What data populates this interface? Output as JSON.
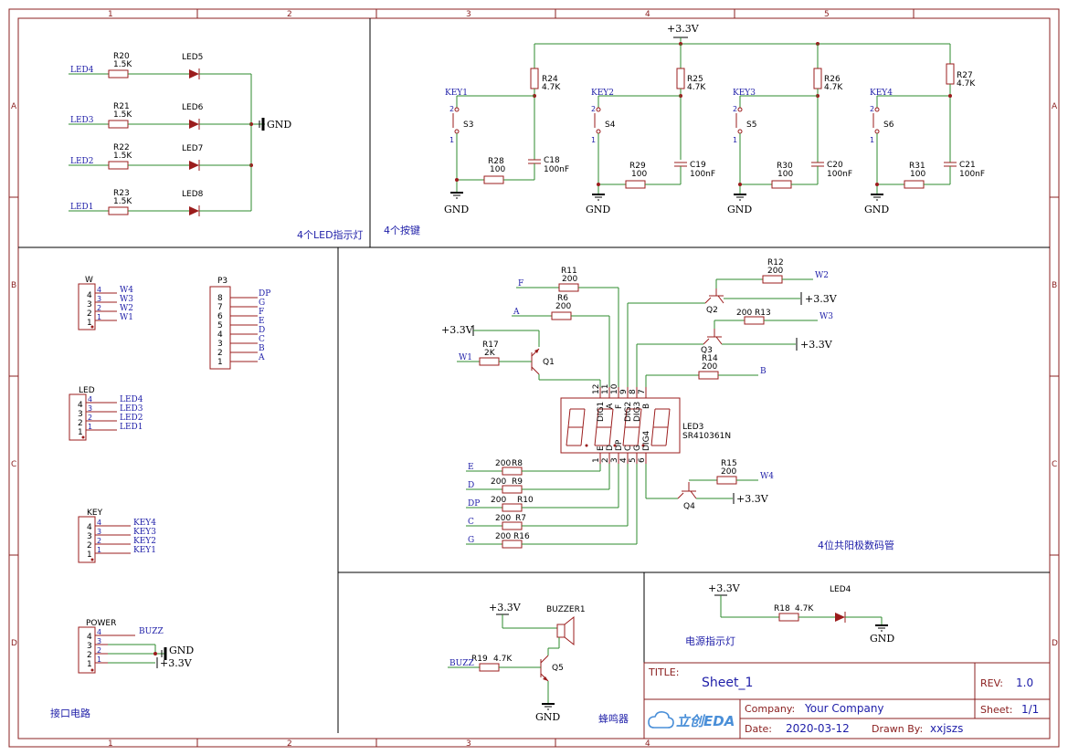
{
  "zones": {
    "cols": [
      "1",
      "2",
      "3",
      "4",
      "5"
    ],
    "rows": [
      "A",
      "B",
      "C",
      "D"
    ]
  },
  "sections": {
    "led": "4个LED指示灯",
    "keys": "4个按键",
    "iface": "接口电路",
    "seg": "4位共阳极数码管",
    "buzzer": "蜂鸣器",
    "power": "电源指示灯"
  },
  "power": {
    "vcc": "+3.3V",
    "gnd": "GND"
  },
  "led_rows": [
    {
      "net": "LED4",
      "r": "R20",
      "rv": "1.5K",
      "d": "LED5"
    },
    {
      "net": "LED3",
      "r": "R21",
      "rv": "1.5K",
      "d": "LED6"
    },
    {
      "net": "LED2",
      "r": "R22",
      "rv": "1.5K",
      "d": "LED7"
    },
    {
      "net": "LED1",
      "r": "R23",
      "rv": "1.5K",
      "d": "LED8"
    }
  ],
  "keys": [
    {
      "net": "KEY1",
      "rp": "R24",
      "rpv": "4.7K",
      "sw": "S3",
      "r": "R28",
      "rv": "100",
      "c": "C18",
      "cv": "100nF"
    },
    {
      "net": "KEY2",
      "rp": "R25",
      "rpv": "4.7K",
      "sw": "S4",
      "r": "R29",
      "rv": "100",
      "c": "C19",
      "cv": "100nF"
    },
    {
      "net": "KEY3",
      "rp": "R26",
      "rpv": "4.7K",
      "sw": "S5",
      "r": "R30",
      "rv": "100",
      "c": "C20",
      "cv": "100nF"
    },
    {
      "net": "KEY4",
      "rp": "R27",
      "rpv": "4.7K",
      "sw": "S6",
      "r": "R31",
      "rv": "100",
      "c": "C21",
      "cv": "100nF"
    }
  ],
  "switch_pins": [
    "2",
    "1"
  ],
  "connectors": {
    "W": {
      "name": "W",
      "pins": [
        "4",
        "3",
        "2",
        "1"
      ],
      "nets": [
        "W4",
        "W3",
        "W2",
        "W1"
      ]
    },
    "LED": {
      "name": "LED",
      "pins": [
        "4",
        "3",
        "2",
        "1"
      ],
      "nets": [
        "LED4",
        "LED3",
        "LED2",
        "LED1"
      ]
    },
    "KEY": {
      "name": "KEY",
      "pins": [
        "4",
        "3",
        "2",
        "1"
      ],
      "nets": [
        "KEY4",
        "KEY3",
        "KEY2",
        "KEY1"
      ]
    },
    "POWER": {
      "name": "POWER",
      "pins": [
        "4",
        "3",
        "2",
        "1"
      ],
      "nets": [
        "BUZZ",
        "",
        "",
        ""
      ]
    },
    "P3": {
      "name": "P3",
      "pins": [
        "8",
        "7",
        "6",
        "5",
        "4",
        "3",
        "2",
        "1"
      ],
      "nets": [
        "DP",
        "G",
        "F",
        "E",
        "D",
        "C",
        "B",
        "A"
      ]
    }
  },
  "seg": {
    "ref": "LED3",
    "part": "SR410361N",
    "top_pins": [
      "12",
      "11",
      "10",
      "9",
      "8",
      "7"
    ],
    "top_names": [
      "DIG1",
      "A",
      "F",
      "DIG2",
      "DIG3",
      "B"
    ],
    "bot_pins": [
      "1",
      "2",
      "3",
      "4",
      "5",
      "6"
    ],
    "bot_names": [
      "E",
      "D",
      "DP",
      "C",
      "G",
      "DIG4"
    ],
    "r_top": [
      {
        "net": "F",
        "r": "R11",
        "v": "200"
      },
      {
        "net": "A",
        "r": "R6",
        "v": "200"
      },
      {
        "net": "W2",
        "r": "R12",
        "v": "200"
      },
      {
        "net": "W3",
        "r": "R13",
        "v": "200"
      },
      {
        "net": "B",
        "r": "R14",
        "v": "200"
      }
    ],
    "r_bot": [
      {
        "net": "E",
        "r": "R8",
        "v": "200"
      },
      {
        "net": "D",
        "r": "R9",
        "v": "200"
      },
      {
        "net": "DP",
        "r": "R10",
        "v": "200"
      },
      {
        "net": "C",
        "r": "R7",
        "v": "200"
      },
      {
        "net": "G",
        "r": "R16",
        "v": "200"
      }
    ],
    "q1": {
      "ref": "Q1",
      "r": "R17",
      "rv": "2K",
      "net": "W1"
    },
    "q2": "Q2",
    "q3": "Q3",
    "q4": {
      "ref": "Q4",
      "r": "R15",
      "rv": "200",
      "net": "W4"
    }
  },
  "buzzer": {
    "ref": "BUZZER1",
    "r": "R19",
    "rv": "4.7K",
    "net": "BUZZ",
    "q": "Q5"
  },
  "pled": {
    "r": "R18",
    "rv": "4.7K",
    "d": "LED4"
  },
  "title": {
    "title_label": "TITLE:",
    "title": "Sheet_1",
    "rev_label": "REV:",
    "rev": "1.0",
    "company_label": "Company:",
    "company": "Your Company",
    "sheet_label": "Sheet:",
    "sheet": "1/1",
    "date_label": "Date:",
    "date": "2020-03-12",
    "drawn_label": "Drawn By:",
    "drawn": "xxjszs",
    "logo": "立创EDA"
  },
  "colors": {
    "frame": "#8b2020",
    "wire": "#2e8b2e",
    "component": "#9b1c1c",
    "net": "#1e1ea8"
  }
}
